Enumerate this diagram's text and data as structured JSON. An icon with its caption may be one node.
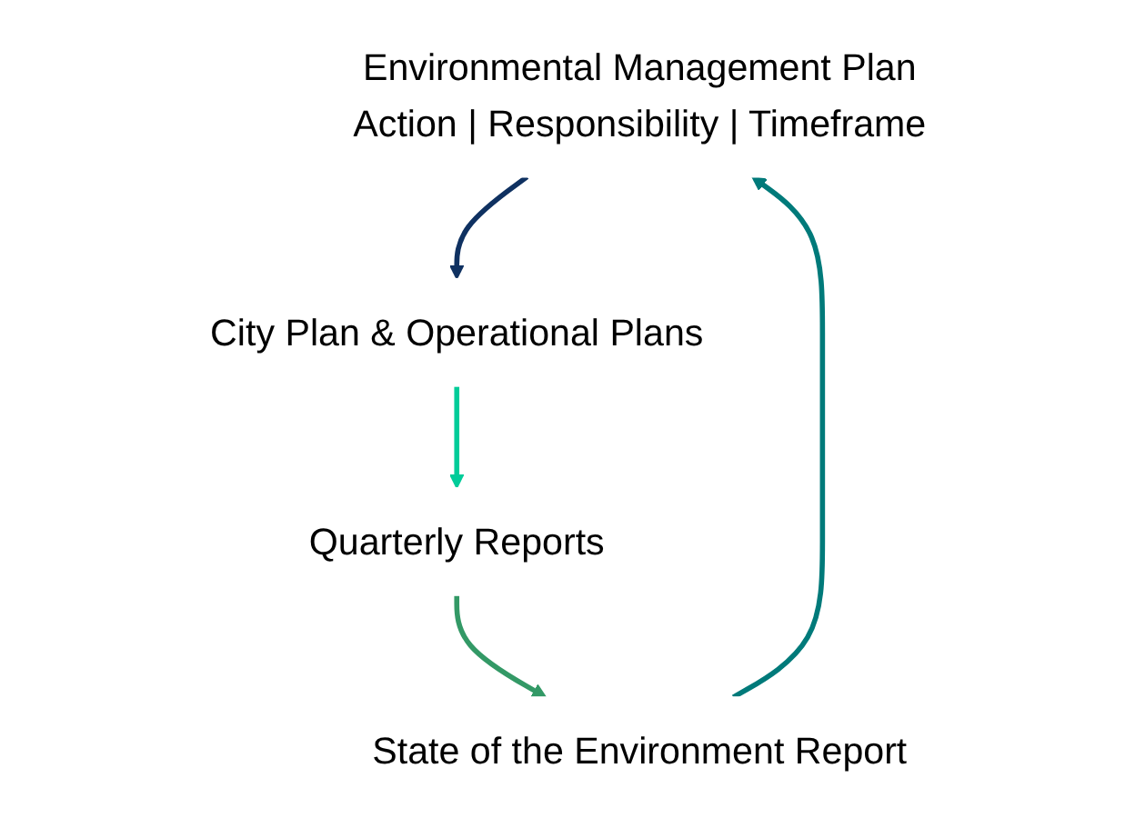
{
  "diagram": {
    "nodes": [
      {
        "text": [
          "Environmental Management Plan",
          "Action | Responsibility | Timeframe"
        ]
      },
      {
        "text": [
          "City Plan & Operational Plans"
        ]
      },
      {
        "text": [
          "Quarterly Reports"
        ]
      },
      {
        "text": [
          "State of the Environment Report"
        ]
      }
    ],
    "edges": [
      {
        "from": 0,
        "to": 1,
        "arrow": "to",
        "color": "#0f3161"
      },
      {
        "from": 1,
        "to": 2,
        "arrow": "to",
        "color": "#00cc99"
      },
      {
        "from": 2,
        "to": 3,
        "arrow": "to",
        "color": "#339966"
      },
      {
        "from": 3,
        "to": 0,
        "arrow": "to",
        "color": "#007a7a"
      }
    ]
  }
}
